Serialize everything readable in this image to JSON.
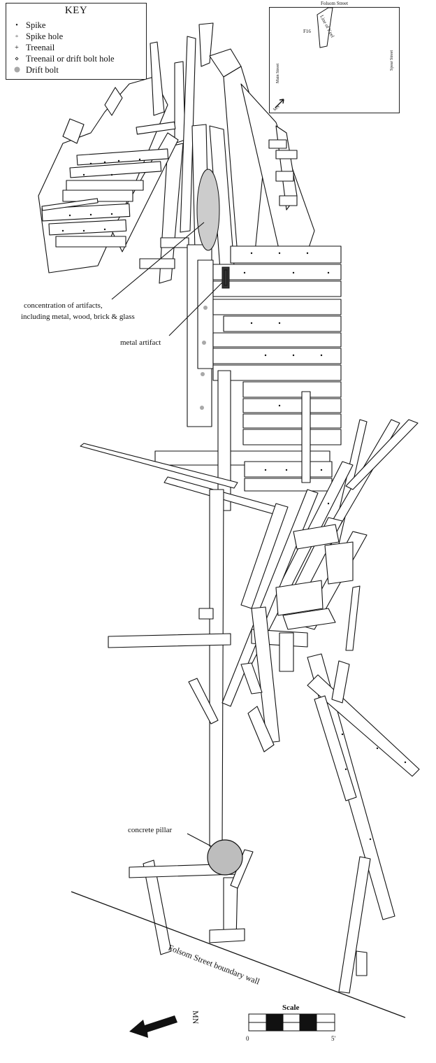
{
  "key": {
    "title": "KEY",
    "items": [
      {
        "label": "Spike",
        "symbol": "small-dot"
      },
      {
        "label": "Spike hole",
        "symbol": "small-square"
      },
      {
        "label": "Treenail",
        "symbol": "plus"
      },
      {
        "label": "Treenail or drift bolt hole",
        "symbol": "diamond"
      },
      {
        "label": "Drift bolt",
        "symbol": "gray-dot"
      }
    ]
  },
  "inset": {
    "top_street": "Folsom Street",
    "left_street": "Main Street",
    "right_street": "Spear Street",
    "ship_label": "Line of Keel",
    "grid_label": "F16",
    "north_label": "MN"
  },
  "annotations": {
    "artifacts_line1": "concentration of artifacts,",
    "artifacts_line2": "including metal, wood, brick & glass",
    "metal": "metal artifact",
    "pillar": "concrete pillar",
    "boundary": "Folsom Street boundary wall"
  },
  "scale": {
    "title": "Scale",
    "start": "0",
    "end": "5'"
  },
  "north": {
    "label": "MN"
  },
  "colors": {
    "line": "#111111",
    "artifact_fill": "#cccccc",
    "pillar_fill": "#bdbdbd",
    "drift_bolt": "#a8a8a8"
  }
}
